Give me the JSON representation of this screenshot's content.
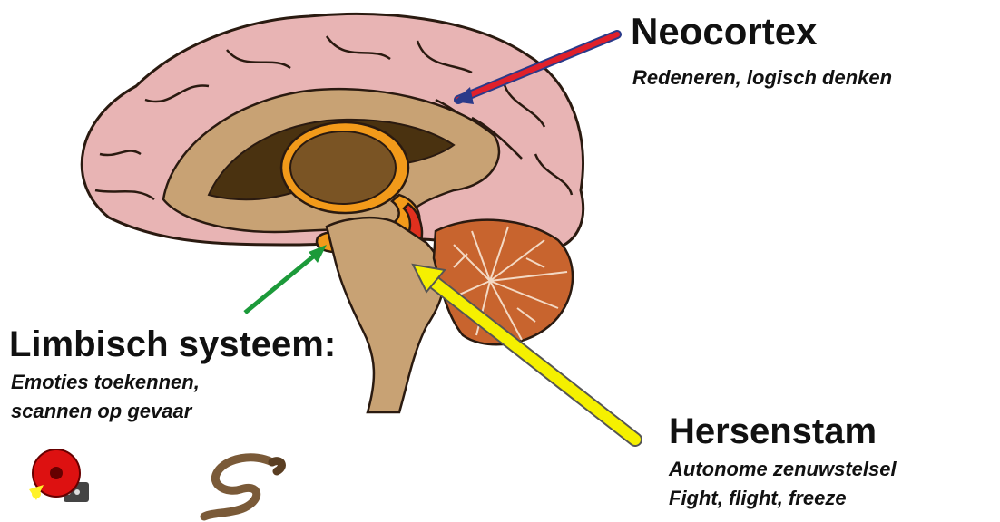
{
  "labels": {
    "neocortex": {
      "title": "Neocortex",
      "subtitle": "Redeneren, logisch denken"
    },
    "limbic": {
      "title": "Limbisch systeem:",
      "line1": "Emoties toekennen,",
      "line2": "scannen op gevaar"
    },
    "brainstem": {
      "title": "Hersenstam",
      "line1": "Autonome zenuwstelsel",
      "line2": "Fight, flight, freeze"
    }
  },
  "icons": [
    "alarm-bell-icon",
    "snake-icon"
  ],
  "colors": {
    "cortex": "#e8b4b4",
    "inner": "#c8a274",
    "dark": "#6b4a21",
    "orange": "#f29a1a",
    "red": "#e0301e",
    "cerebellum": "#c8642e",
    "neo_arrow": "#e0202a",
    "limbic_arrow": "#1c9a3a",
    "brainstem_arrow": "#f5f000"
  }
}
